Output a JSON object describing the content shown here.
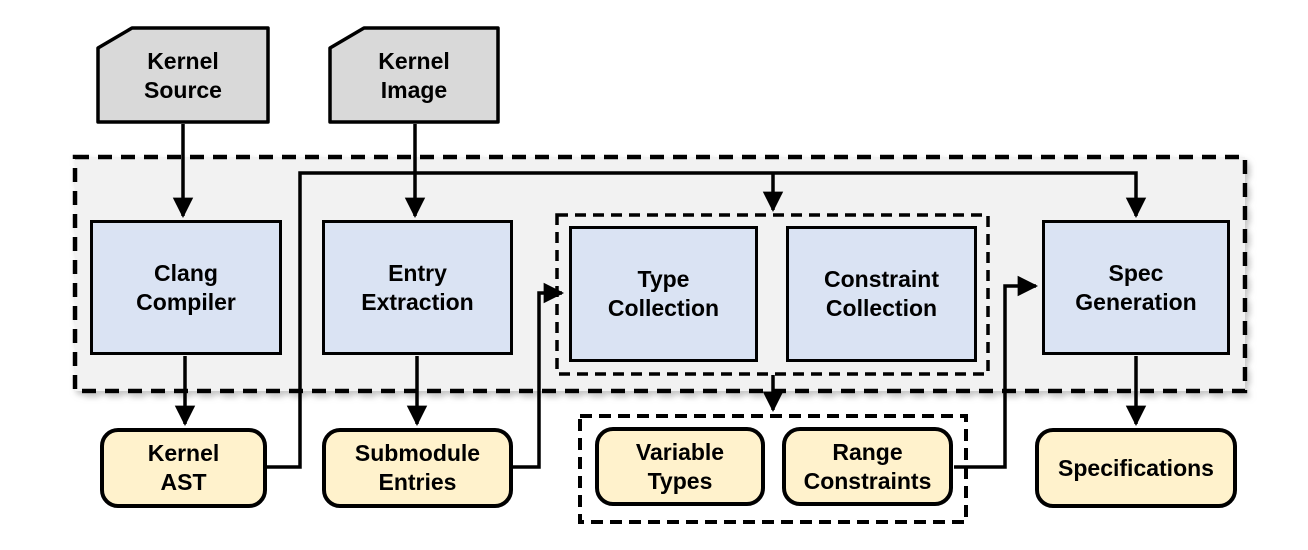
{
  "diagram": {
    "colors": {
      "input_fill": "#d9d9d9",
      "process_fill": "#dae3f3",
      "artifact_fill": "#fff2cc",
      "container_fill": "#f2f2f2",
      "stroke": "#000000"
    },
    "nodes": {
      "kernel_source": {
        "label": "Kernel\nSource",
        "type": "input-document"
      },
      "kernel_image": {
        "label": "Kernel\nImage",
        "type": "input-document"
      },
      "clang_compiler": {
        "label": "Clang\nCompiler",
        "type": "process"
      },
      "entry_extraction": {
        "label": "Entry\nExtraction",
        "type": "process"
      },
      "type_collection": {
        "label": "Type\nCollection",
        "type": "process"
      },
      "constraint_collection": {
        "label": "Constraint\nCollection",
        "type": "process"
      },
      "spec_generation": {
        "label": "Spec\nGeneration",
        "type": "process"
      },
      "kernel_ast": {
        "label": "Kernel\nAST",
        "type": "artifact"
      },
      "submodule_entries": {
        "label": "Submodule\nEntries",
        "type": "artifact"
      },
      "variable_types": {
        "label": "Variable\nTypes",
        "type": "artifact"
      },
      "range_constraints": {
        "label": "Range\nConstraints",
        "type": "artifact"
      },
      "specifications": {
        "label": "Specifications",
        "type": "artifact"
      }
    },
    "groups": {
      "pipeline_container": {
        "style": "dashed",
        "contains": [
          "clang_compiler",
          "entry_extraction",
          "collection_group",
          "spec_generation"
        ]
      },
      "collection_group": {
        "style": "dashed",
        "contains": [
          "type_collection",
          "constraint_collection"
        ]
      },
      "results_group": {
        "style": "dashed",
        "contains": [
          "variable_types",
          "range_constraints"
        ]
      }
    },
    "edges": [
      {
        "from": "kernel_source",
        "to": "clang_compiler"
      },
      {
        "from": "kernel_image",
        "to": "entry_extraction"
      },
      {
        "from": "clang_compiler",
        "to": "kernel_ast"
      },
      {
        "from": "entry_extraction",
        "to": "submodule_entries"
      },
      {
        "from": "kernel_ast",
        "to": "collection_group"
      },
      {
        "from": "kernel_ast",
        "to": "spec_generation"
      },
      {
        "from": "submodule_entries",
        "to": "collection_group"
      },
      {
        "from": "collection_group",
        "to": "results_group"
      },
      {
        "from": "range_constraints",
        "to": "spec_generation"
      },
      {
        "from": "spec_generation",
        "to": "specifications"
      }
    ]
  }
}
